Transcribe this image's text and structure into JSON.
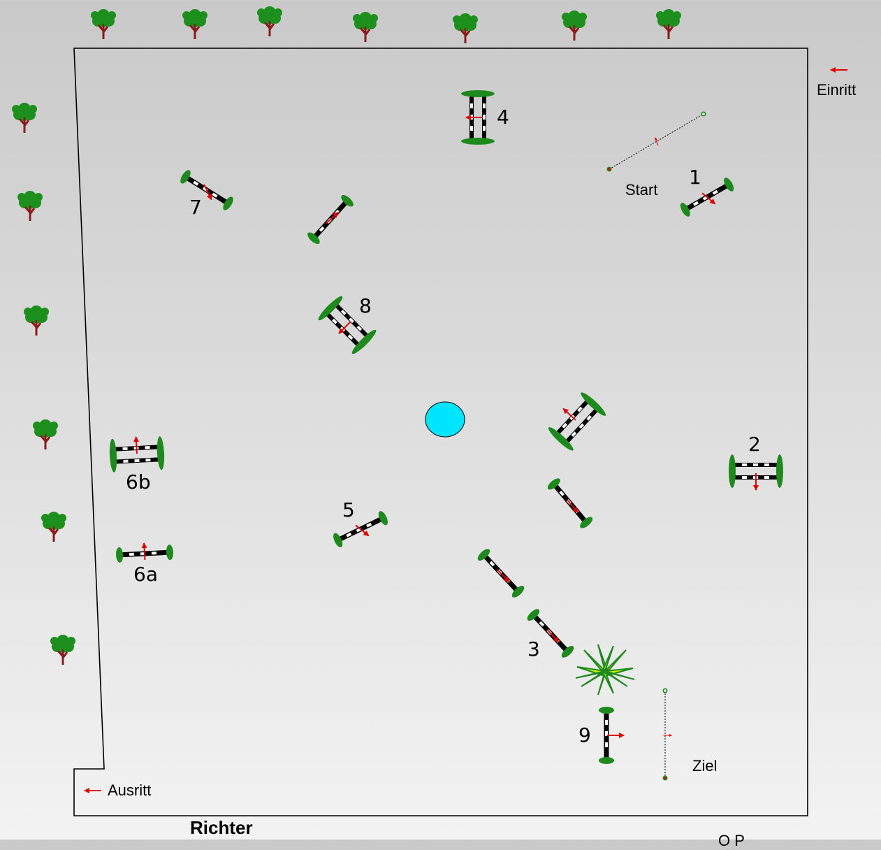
{
  "arena": {
    "labels": {
      "start": "Start",
      "finish": "Ziel",
      "entry": "Einritt",
      "exit": "Ausritt",
      "judge": "Richter",
      "partial_bottom_right": "O   P"
    },
    "fence_numbers": [
      "1",
      "2",
      "3",
      "4",
      "5",
      "6a",
      "6b",
      "7",
      "8",
      "9"
    ]
  },
  "colors": {
    "pole": "#000000",
    "pole_stripe": "#ffffff",
    "standard": "#1e8a1e",
    "arrow": "#e00000",
    "pond": "#00e5ff",
    "tree_leaf": "#1d8f1d",
    "tree_trunk": "#8b1a1a",
    "plant": "#c6f000"
  },
  "icons": [
    "tree-icon",
    "plant-icon",
    "arrow-icon"
  ]
}
